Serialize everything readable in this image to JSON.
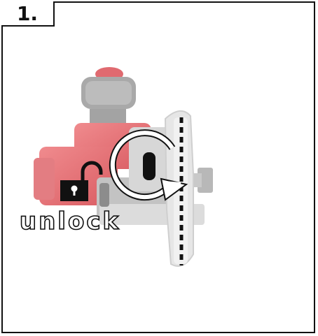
{
  "step": {
    "number_label": "1."
  },
  "caption": {
    "unlock_label": "unlock"
  },
  "icons": {
    "lock": "padlock-open-icon",
    "rotate": "rotate-arrow-icon",
    "saw": "circular-saw-illustration"
  },
  "colors": {
    "saw_red": "#e5767a",
    "saw_gray": "#cfcfcf",
    "saw_dark": "#8f8f8f",
    "outline": "#111111"
  }
}
